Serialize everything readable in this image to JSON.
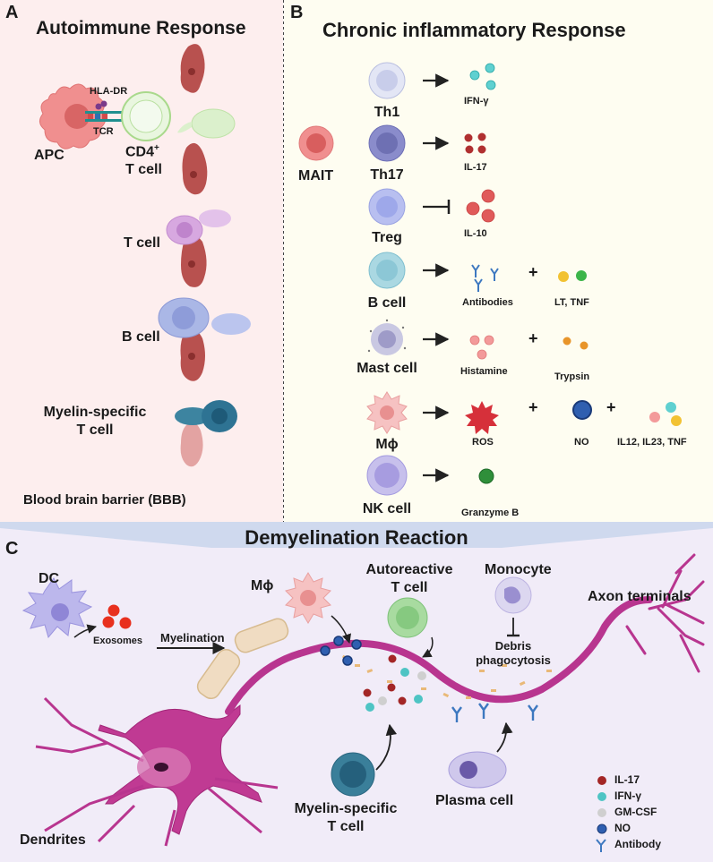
{
  "panelA": {
    "letter": "A",
    "title": "Autoimmune Response",
    "hla": "HLA-DR",
    "tcr": "TCR",
    "apc": "APC",
    "cd4_line1": "CD4",
    "cd4_sup": "+",
    "cd4_line2": "T cell",
    "tcell": "T cell",
    "bcell": "B cell",
    "myelin_line1": "Myelin-specific",
    "myelin_line2": "T cell",
    "bbb": "Blood brain barrier (BBB)"
  },
  "panelB": {
    "letter": "B",
    "title": "Chronic inflammatory Response",
    "mait": "MAIT",
    "rows": [
      {
        "cell": "Th1",
        "outputs": [
          "IFN-γ"
        ]
      },
      {
        "cell": "Th17",
        "outputs": [
          "IL-17"
        ]
      },
      {
        "cell": "Treg",
        "outputs": [
          "IL-10"
        ]
      },
      {
        "cell": "B cell",
        "outputs": [
          "Antibodies",
          "LT, TNF"
        ]
      },
      {
        "cell": "Mast cell",
        "outputs": [
          "Histamine",
          "Trypsin"
        ]
      },
      {
        "cell": "Mϕ",
        "outputs": [
          "ROS",
          "NO",
          "IL12, IL23, TNF"
        ]
      },
      {
        "cell": "NK cell",
        "outputs": [
          "Granzyme B"
        ]
      }
    ],
    "plus": "+"
  },
  "panelC": {
    "letter": "C",
    "title": "Demyelination Reaction",
    "dc": "DC",
    "exosomes": "Exosomes",
    "myelination": "Myelination",
    "mphi": "Mϕ",
    "autoreactive_line1": "Autoreactive",
    "autoreactive_line2": "T cell",
    "monocyte": "Monocyte",
    "debris_line1": "Debris",
    "debris_line2": "phagocytosis",
    "axon": "Axon terminals",
    "dendrites": "Dendrites",
    "myelin_line1": "Myelin-specific",
    "myelin_line2": "T cell",
    "plasma": "Plasma cell",
    "legend": [
      {
        "label": "IL-17",
        "color": "#a32626"
      },
      {
        "label": "IFN-γ",
        "color": "#4ec4c4"
      },
      {
        "label": "GM-CSF",
        "color": "#cfcfcf"
      },
      {
        "label": "NO",
        "color": "#2f5fb0"
      },
      {
        "label": "Antibody",
        "color": "#3d78c0"
      }
    ]
  },
  "colors": {
    "panelA_bg": "#fdeeee",
    "panelB_bg": "#fefdf1",
    "panelC_bg": "#f1ecf8",
    "endothelial": "#b8514f",
    "neuron": "#b8358f"
  }
}
